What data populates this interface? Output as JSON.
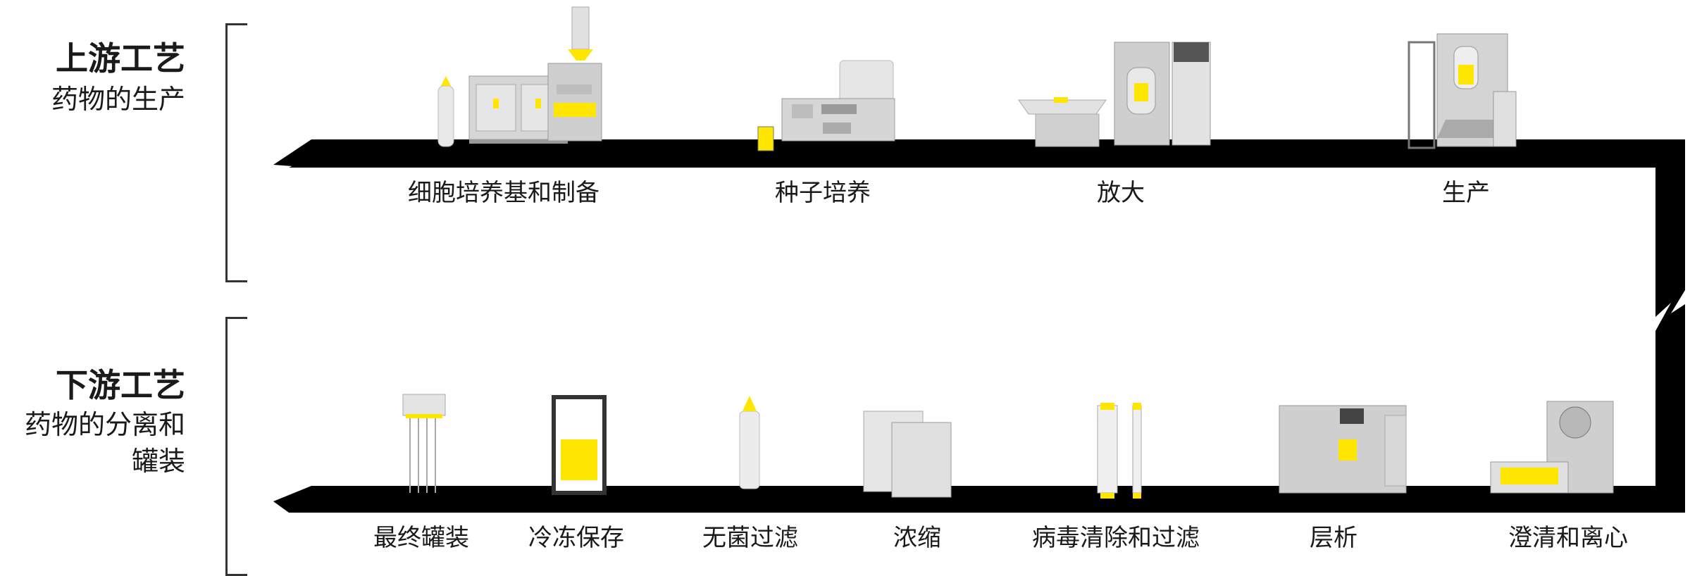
{
  "upstream": {
    "title": "上游工艺",
    "subtitle": "药物的生产"
  },
  "downstream": {
    "title": "下游工艺",
    "subtitle_line1": "药物的分离和",
    "subtitle_line2": "罐装"
  },
  "upstream_steps": [
    "细胞培养基和制备",
    "种子培养",
    "放大",
    "生产"
  ],
  "downstream_steps": [
    "最终罐装",
    "冷冻保存",
    "无菌过滤",
    "浓缩",
    "病毒清除和过滤",
    "层析",
    "澄清和离心"
  ],
  "colors": {
    "conveyor": "#000000",
    "equipment": "#d9d9d9",
    "equipment_dark": "#9a9a9a",
    "accent": "#ffe600"
  }
}
